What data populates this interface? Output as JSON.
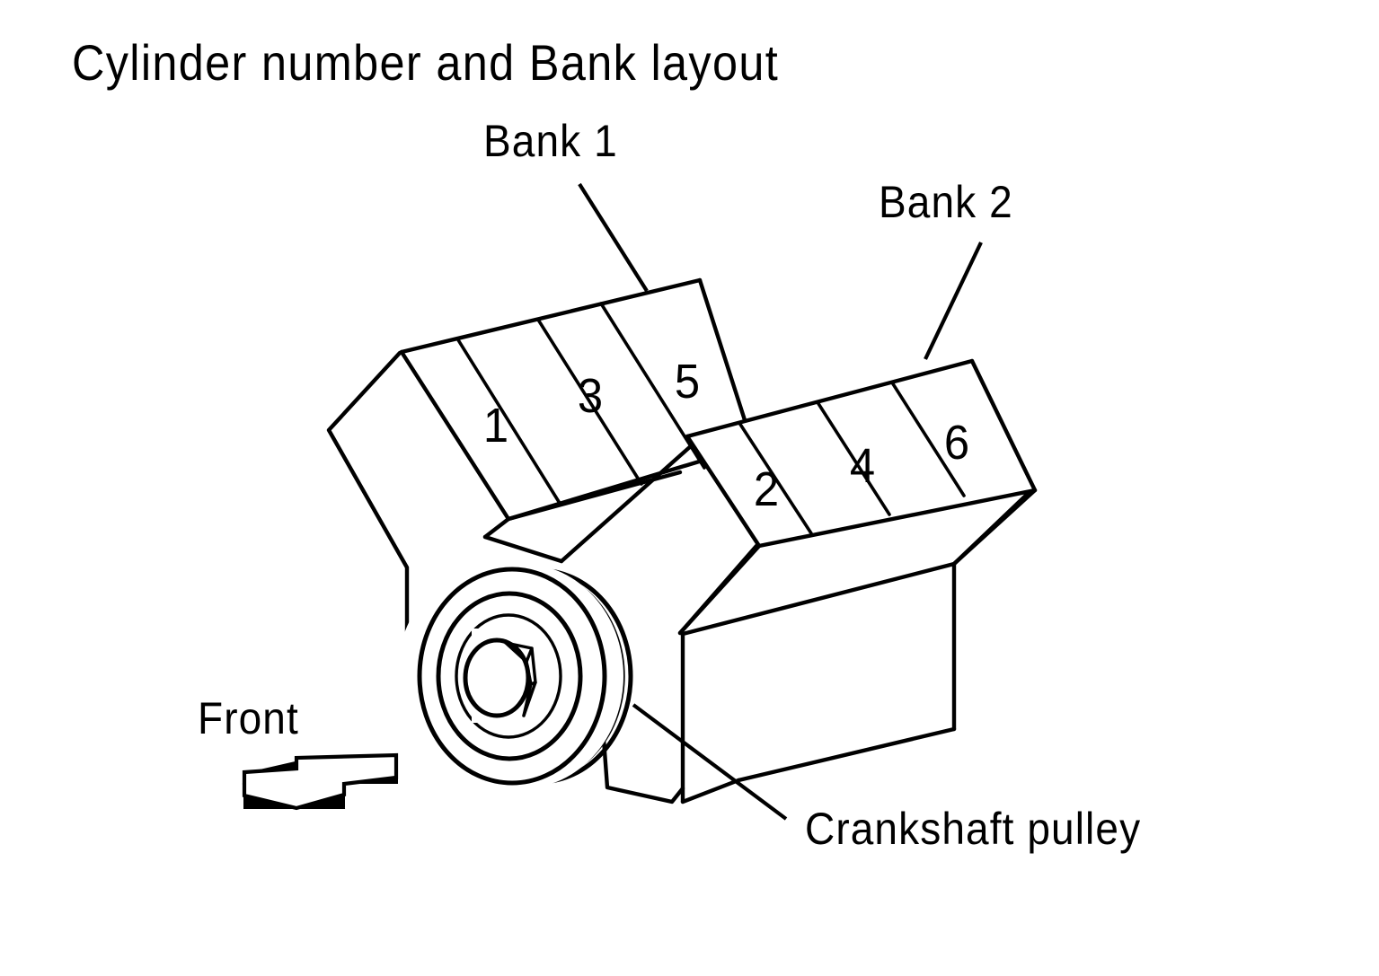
{
  "figure": {
    "title": "Cylinder number and Bank layout",
    "subject": "V6 engine cylinder numbering and bank identification diagram"
  },
  "labels": {
    "title": "Cylinder number and Bank layout",
    "bank1": "Bank 1",
    "bank2": "Bank 2",
    "front": "Front",
    "crankshaft_pulley": "Crankshaft pulley"
  },
  "banks": [
    {
      "name": "Bank 1",
      "side": "left",
      "cylinders": [
        "1",
        "3",
        "5"
      ]
    },
    {
      "name": "Bank 2",
      "side": "right",
      "cylinders": [
        "2",
        "4",
        "6"
      ]
    }
  ],
  "cylinders": {
    "c1": "1",
    "c3": "3",
    "c5": "5",
    "c2": "2",
    "c4": "4",
    "c6": "6"
  },
  "components": [
    {
      "name": "Crankshaft pulley",
      "icon": "pulley-icon"
    },
    {
      "name": "Front",
      "icon": "direction-arrow-icon"
    }
  ],
  "colors": {
    "background": "#ffffff",
    "line": "#000000",
    "text": "#000000",
    "arrow_fill": "#000000"
  }
}
